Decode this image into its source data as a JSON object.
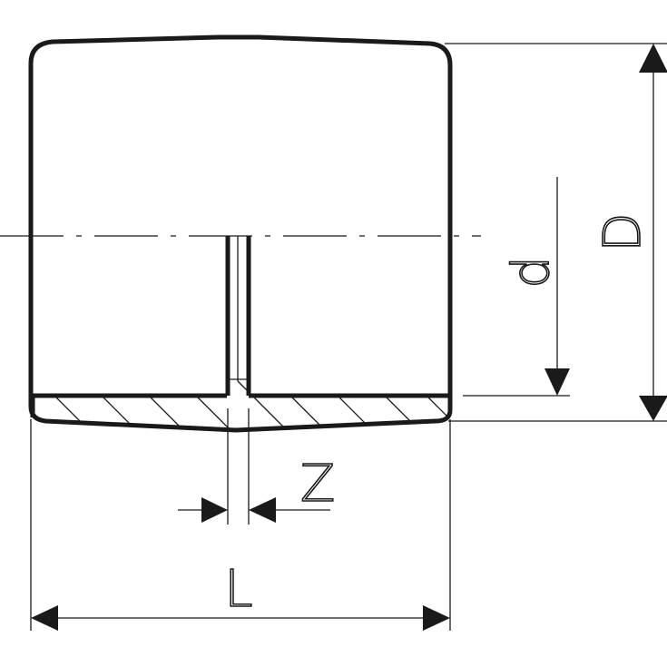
{
  "labels": {
    "outer_diameter": "D",
    "inner_diameter": "d",
    "gap": "Z",
    "length": "L"
  },
  "colors": {
    "line": "#1a1a1a",
    "background": "#ffffff"
  }
}
